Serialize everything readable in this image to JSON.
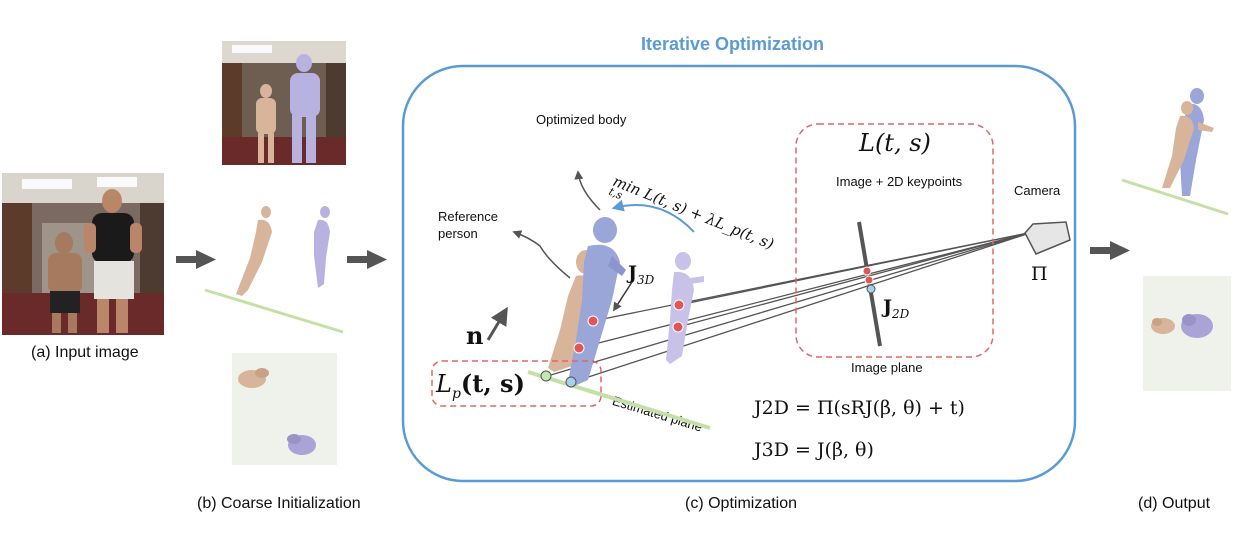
{
  "title": "Iterative Optimization",
  "captions": {
    "a": "(a) Input image",
    "b": "(b) Coarse Initialization",
    "c": "(c) Optimization",
    "d": "(d) Output"
  },
  "labels": {
    "optimized_body": "Optimized body",
    "reference_person_1": "Reference",
    "reference_person_2": "person",
    "image_keypoints": "Image + 2D keypoints",
    "camera": "Camera",
    "image_plane": "Image plane",
    "estimated_plane": "Estimated plane"
  },
  "math": {
    "loss": "L(t, s)",
    "objective": "min L(t, s) + λL_p(t, s)",
    "objective_sub": "t,s",
    "j3d": "J",
    "j3d_sub": "3D",
    "j2d": "J",
    "j2d_sub": "2D",
    "normal": "n",
    "lp": "L",
    "lp_sub": "p",
    "lp_args": "(t, s)",
    "pi": "Π",
    "eq1": "J2D = Π(sRJ(β, θ) + t)",
    "eq2": "J3D = J(β, θ)"
  },
  "colors": {
    "accent": "#5b9bd5",
    "dashed_box": "#e06666",
    "ground": "#c5e0a5",
    "reference_body": "#d8b49a",
    "optimized_body": "#9aa5d8",
    "keypoint_red": "#e05555",
    "keypoint_blue": "#a8d0ea"
  }
}
